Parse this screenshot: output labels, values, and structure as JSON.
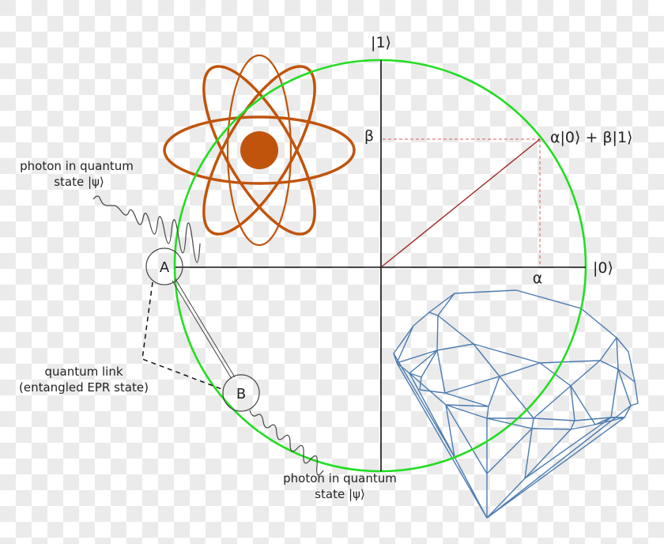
{
  "diagram": {
    "colors": {
      "circle": "#22dd22",
      "axes": "#111111",
      "state_vector": "#a02828",
      "projection_dashes": "#e05a5a",
      "atom": "#c0540c",
      "diamond": "#4a7bb0",
      "node_stroke": "#444444",
      "text": "#222222"
    },
    "bloch_axes": {
      "top_label": "|1⟩",
      "right_label": "|0⟩",
      "alpha_label": "α",
      "beta_label": "β",
      "state_label": "α|0⟩ + β|1⟩"
    },
    "nodes": {
      "a_label": "A",
      "b_label": "B"
    },
    "annotations": {
      "photon_in_line1": "photon in quantum",
      "photon_in_line2": "state |ψ⟩",
      "link_line1": "quantum link",
      "link_line2": "(entangled EPR state)",
      "photon_out_line1": "photon in quantum",
      "photon_out_line2": "state |ψ⟩"
    },
    "icons": {
      "atom": "atom-icon",
      "diamond": "diamond-icon"
    }
  }
}
